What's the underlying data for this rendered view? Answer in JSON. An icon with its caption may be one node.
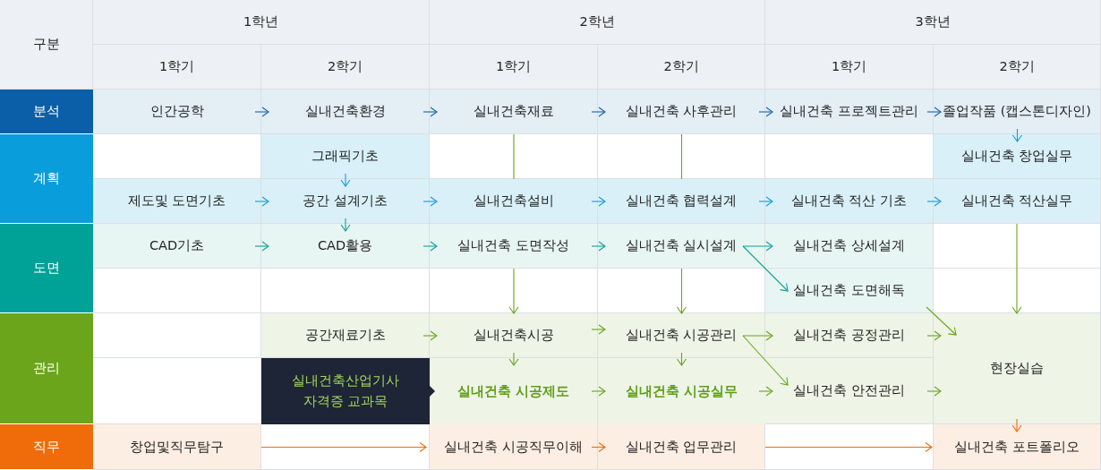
{
  "diagram": {
    "nodes": [
      {
        "text": [
          "구분"
        ]
      },
      {
        "text": [
          "1학년"
        ]
      },
      {
        "text": [
          "2학년"
        ]
      },
      {
        "text": [
          "3학년"
        ]
      },
      {
        "text": [
          "1학기"
        ]
      },
      {
        "text": [
          "2학기"
        ]
      },
      {
        "text": [
          "1학기"
        ]
      },
      {
        "text": [
          "2학기"
        ]
      },
      {
        "text": [
          "1학기"
        ]
      },
      {
        "text": [
          "2학기"
        ]
      },
      {
        "text": [
          "분석"
        ]
      },
      {
        "text": [
          "인간공학"
        ]
      },
      {
        "text": [
          "실내건축환경"
        ]
      },
      {
        "text": [
          "실내건축재료"
        ]
      },
      {
        "text": [
          "실내건축 사후관리"
        ]
      },
      {
        "text": [
          "실내건축 프로젝트관리"
        ]
      },
      {
        "text": [
          "졸업작품 (캡스톤디자인)"
        ]
      },
      {
        "text": [
          "계획"
        ]
      },
      {
        "text": [
          "그래픽기초"
        ]
      },
      {
        "text": [
          "실내건축 창업실무"
        ]
      },
      {
        "text": [
          "제도및 도면기초"
        ]
      },
      {
        "text": [
          "공간 설계기초"
        ]
      },
      {
        "text": [
          "실내건축설비"
        ]
      },
      {
        "text": [
          "실내건축 협력설계"
        ]
      },
      {
        "text": [
          "실내건축 적산 기초"
        ]
      },
      {
        "text": [
          "실내건축 적산실무"
        ]
      },
      {
        "text": [
          "도면"
        ]
      },
      {
        "text": [
          "CAD기초"
        ]
      },
      {
        "text": [
          "CAD활용"
        ]
      },
      {
        "text": [
          "실내건축 도면작성"
        ]
      },
      {
        "text": [
          "실내건축 실시설계"
        ]
      },
      {
        "text": [
          "실내건축 상세설계"
        ]
      },
      {
        "text": [
          "실내건축 도면해독"
        ]
      },
      {
        "text": [
          "관리"
        ]
      },
      {
        "text": [
          "공간재료기초"
        ]
      },
      {
        "text": [
          "실내건축시공"
        ]
      },
      {
        "text": [
          "실내건축 시공관리"
        ]
      },
      {
        "text": [
          "실내건축 공정관리"
        ]
      },
      {
        "text": [
          "현장실습"
        ]
      },
      {
        "text": [
          "실내건축산업기사 자격증 교과목"
        ]
      },
      {
        "text": [],
        "shape": "box"
      },
      {
        "text": [
          "실내건축 시공제도"
        ],
        "in": 40
      },
      {
        "text": [
          "실내건축 시공실무"
        ],
        "in": 40
      },
      {
        "text": [
          "실내건축 안전관리"
        ]
      },
      {
        "text": [
          "직무"
        ]
      },
      {
        "text": [
          "창업및직무탐구"
        ]
      },
      {
        "text": [
          "실내건축 시공직무이해"
        ]
      },
      {
        "text": [
          "실내건축 업무관리"
        ]
      },
      {
        "text": [
          "실내건축 포트폴리오"
        ]
      }
    ],
    "edges": [
      {
        "from": 11,
        "to": 12,
        "arrow": "to",
        "color": "#1565b0"
      },
      {
        "from": 12,
        "to": 13,
        "arrow": "to",
        "color": "#1565b0"
      },
      {
        "from": 13,
        "to": 14,
        "arrow": "to",
        "color": "#1565b0"
      },
      {
        "from": 14,
        "to": 15,
        "arrow": "to",
        "color": "#1565b0"
      },
      {
        "from": 15,
        "to": 16,
        "arrow": "to",
        "color": "#1565b0"
      },
      {
        "from": 16,
        "to": 19,
        "arrow": "to",
        "color": "#1a9bd7"
      },
      {
        "from": 18,
        "to": 21,
        "arrow": "to",
        "color": "#1a9bd7"
      },
      {
        "from": 20,
        "to": 21,
        "arrow": "to",
        "color": "#1a9bd7"
      },
      {
        "from": 21,
        "to": 22,
        "arrow": "to",
        "color": "#1a9bd7"
      },
      {
        "from": 22,
        "to": 23,
        "arrow": "to",
        "color": "#1a9bd7"
      },
      {
        "from": 23,
        "to": 24,
        "arrow": "to",
        "color": "#1a9bd7"
      },
      {
        "from": 24,
        "to": 25,
        "arrow": "to",
        "color": "#1a9bd7"
      },
      {
        "from": 21,
        "to": 28,
        "arrow": "to",
        "color": "#10a096"
      },
      {
        "from": 27,
        "to": 28,
        "arrow": "to",
        "color": "#10a096"
      },
      {
        "from": 28,
        "to": 29,
        "arrow": "to",
        "color": "#10a096"
      },
      {
        "from": 29,
        "to": 30,
        "arrow": "to",
        "color": "#10a096"
      },
      {
        "from": 30,
        "to": 31,
        "arrow": "to",
        "color": "#10a096"
      },
      {
        "from": 30,
        "to": 32,
        "arrow": "to",
        "color": "#10a096"
      },
      {
        "from": 13,
        "to": 22,
        "arrow": "none"
      },
      {
        "from": 14,
        "to": 23,
        "arrow": "none"
      },
      {
        "from": 29,
        "to": 35,
        "arrow": "to"
      },
      {
        "from": 30,
        "to": 36,
        "arrow": "to"
      },
      {
        "from": 25,
        "to": 38,
        "arrow": "to"
      },
      {
        "from": 32,
        "to": 38,
        "arrow": "to"
      },
      {
        "from": 34,
        "to": 35,
        "arrow": "to"
      },
      {
        "from": 35,
        "to": 36,
        "arrow": "to"
      },
      {
        "from": 36,
        "to": 37,
        "arrow": "to"
      },
      {
        "from": 36,
        "to": 43,
        "arrow": "to"
      },
      {
        "from": 37,
        "to": 38,
        "arrow": "to"
      },
      {
        "from": 35,
        "to": 41,
        "arrow": "to"
      },
      {
        "from": 36,
        "to": 42,
        "arrow": "to"
      },
      {
        "from": 41,
        "to": 42,
        "arrow": "to"
      },
      {
        "from": 42,
        "to": 43,
        "arrow": "to"
      },
      {
        "from": 43,
        "to": 38,
        "arrow": "to"
      },
      {
        "from": 45,
        "to": 46,
        "arrow": "to",
        "color": "#f26b0b"
      },
      {
        "from": 46,
        "to": 47,
        "arrow": "to",
        "color": "#f26b0b"
      },
      {
        "from": 47,
        "to": 48,
        "arrow": "to",
        "color": "#f26b0b"
      },
      {
        "from": 38,
        "to": 48,
        "arrow": "to",
        "color": "#f26b0b"
      }
    ]
  }
}
